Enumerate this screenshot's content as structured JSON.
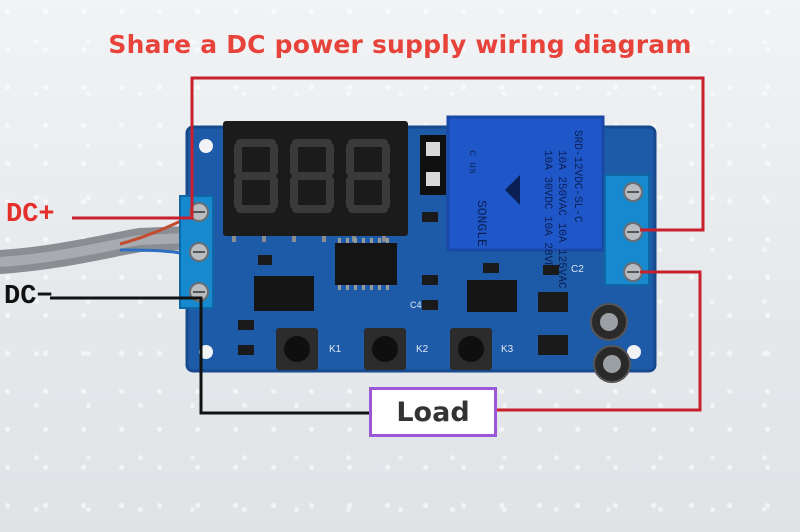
{
  "diagram": {
    "title": "Share a DC power supply wiring diagram",
    "labels": {
      "dc_plus": "DC+",
      "dc_minus": "DC−",
      "load": "Load"
    },
    "relay": {
      "brand": "SONGLE",
      "model": "SRD-12VDC-SL-C",
      "rating1": "10A 250VAC 10A 125VAC",
      "rating2": "10A 30VDC 10A 28VDC",
      "cert": "c us"
    },
    "buttons": [
      "K1",
      "K2",
      "K3"
    ],
    "components": {
      "cap": "C2",
      "c4": "C4"
    },
    "colors": {
      "title": "#e8433a",
      "wire_red": "#c8202c",
      "wire_black": "#111111",
      "pcb": "#1d5aa8",
      "load_border": "#9a57d8"
    }
  }
}
